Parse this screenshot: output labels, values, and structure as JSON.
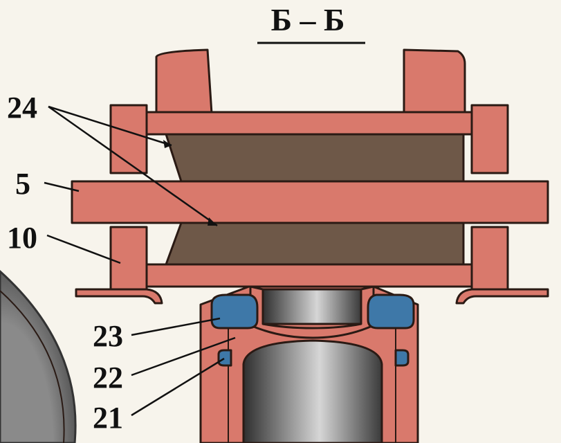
{
  "section_title": "Б – Б",
  "callouts": {
    "c24": "24",
    "c5": "5",
    "c10": "10",
    "c23": "23",
    "c22": "22",
    "c21": "21"
  },
  "colors": {
    "housing": "#d9796c",
    "core": "#6e5848",
    "seal": "#3e78a8",
    "background": "#f7f4ec"
  }
}
